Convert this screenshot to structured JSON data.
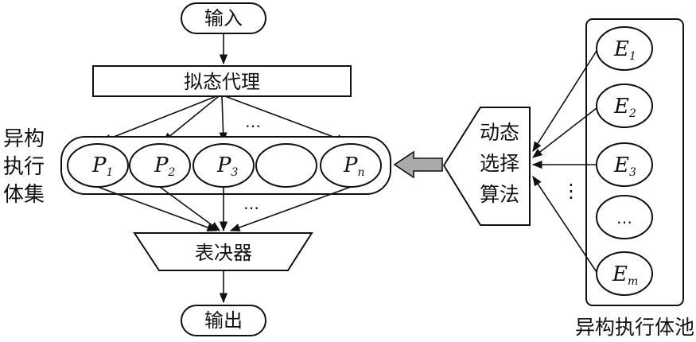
{
  "input_label": "输入",
  "proxy_label": "拟态代理",
  "exec_set_label": [
    "异构",
    "执行",
    "体集"
  ],
  "executors": [
    {
      "main": "P",
      "sub": "1"
    },
    {
      "main": "P",
      "sub": "2"
    },
    {
      "main": "P",
      "sub": "3"
    },
    {
      "main": "",
      "sub": ""
    },
    {
      "main": "P",
      "sub": "n"
    }
  ],
  "ellipsis": "…",
  "vellipsis": "⋮",
  "voter_label": "表决器",
  "output_label": "输出",
  "algo_label": [
    "动态",
    "选择",
    "算法"
  ],
  "pool_items": [
    {
      "main": "E",
      "sub": "1"
    },
    {
      "main": "E",
      "sub": "2"
    },
    {
      "main": "E",
      "sub": "3"
    },
    {
      "main": "…",
      "sub": ""
    },
    {
      "main": "E",
      "sub": "m"
    }
  ],
  "pool_label": "异构执行体池"
}
